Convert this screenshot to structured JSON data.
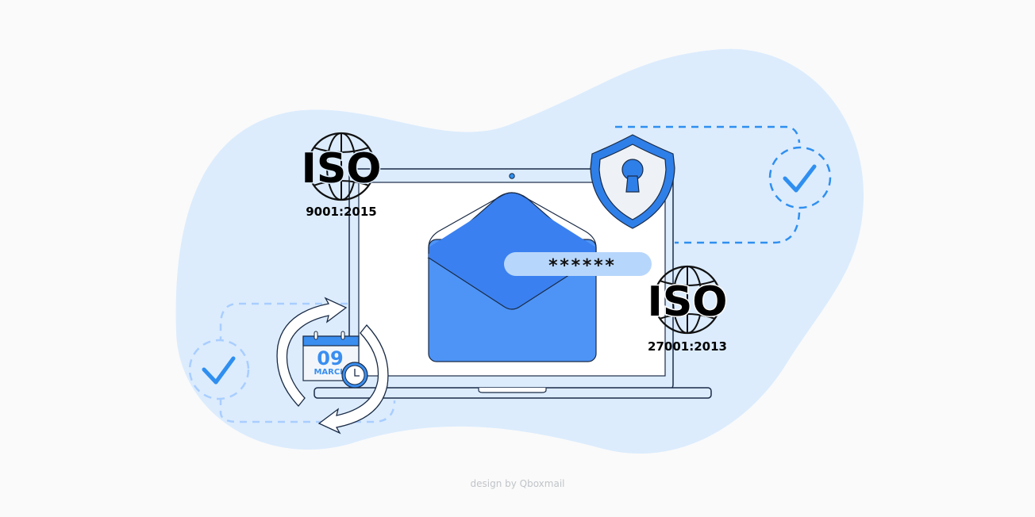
{
  "badges": {
    "iso_left": {
      "label": "ISO",
      "number": "9001:2015"
    },
    "iso_right": {
      "label": "ISO",
      "number": "27001:2013"
    }
  },
  "calendar": {
    "day": "09",
    "month": "MARCH"
  },
  "password_field": {
    "value": "******"
  },
  "credit": "design by Qboxmail",
  "colors": {
    "blob": "#dcecfd",
    "accent": "#2f7fe8",
    "envelope_top": "#357cf0",
    "envelope_bottom": "#4f95f5",
    "password_pill": "#b7d6fb"
  },
  "icons": [
    "globe-icon",
    "shield-lock-icon",
    "envelope-icon",
    "calendar-icon",
    "clock-icon",
    "sync-arrows-icon",
    "check-icon"
  ]
}
